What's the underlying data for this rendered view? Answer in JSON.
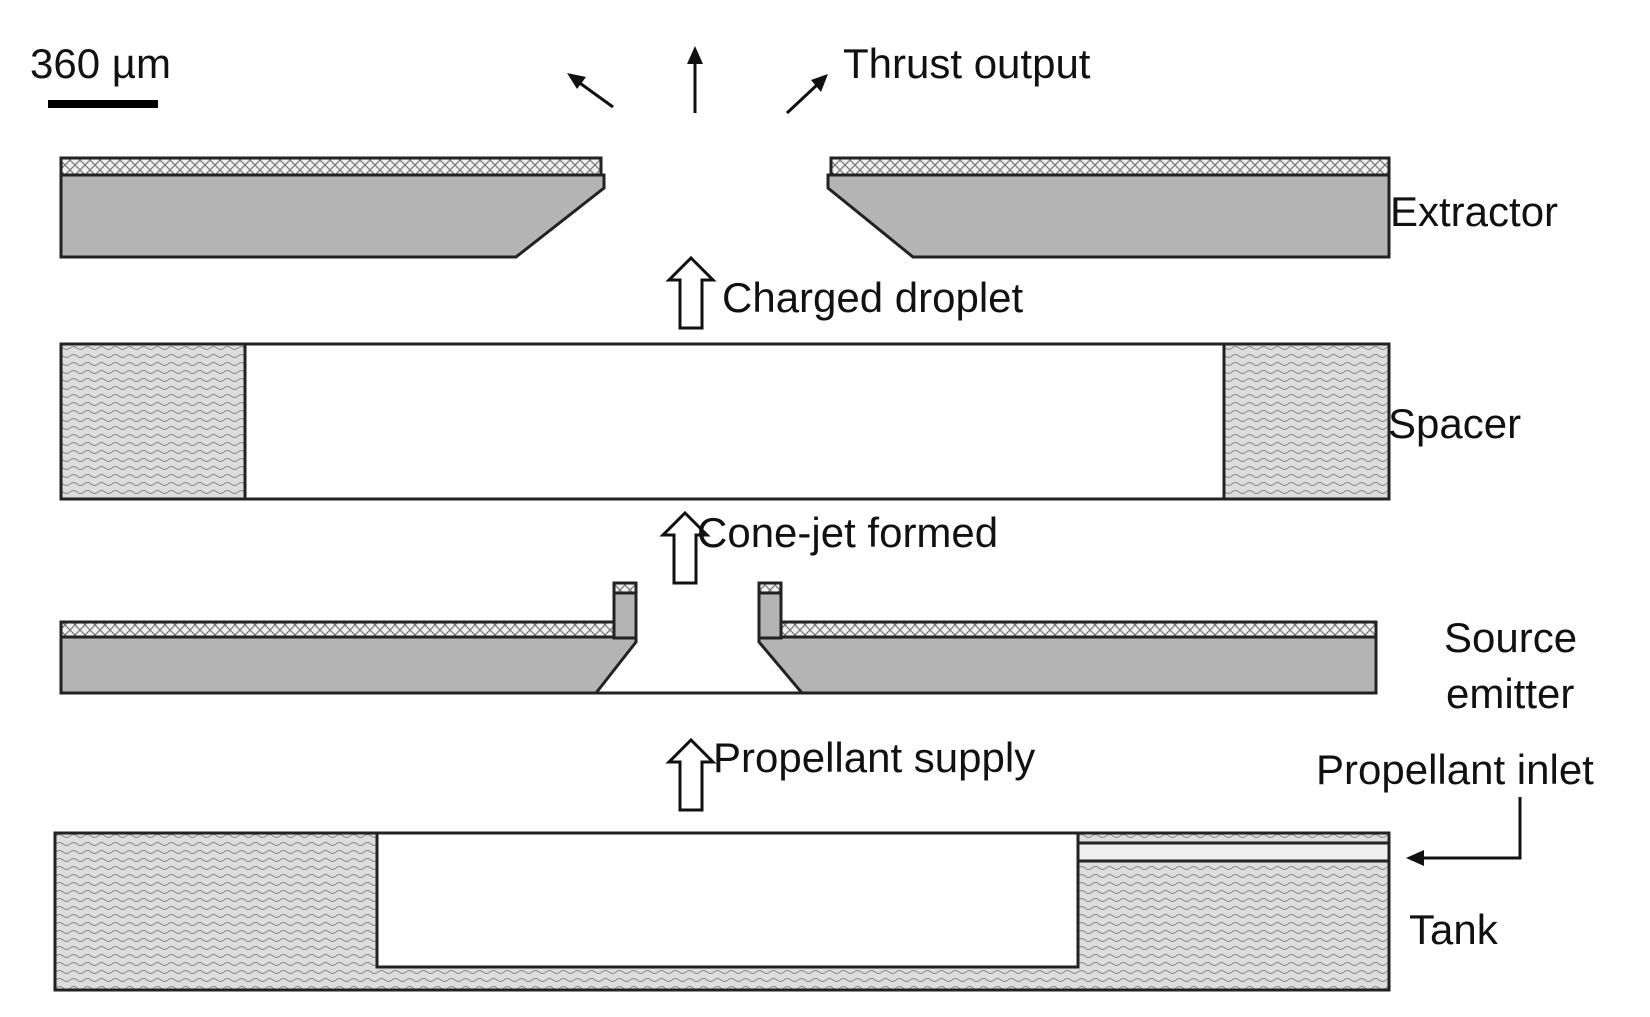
{
  "scale_bar": {
    "label": "360 µm"
  },
  "layers": {
    "extractor": "Extractor",
    "spacer": "Spacer",
    "source_emitter_line1": "Source",
    "source_emitter_line2": "emitter",
    "tank": "Tank"
  },
  "flow_labels": {
    "thrust_output": "Thrust output",
    "charged_droplet": "Charged droplet",
    "cone_jet": "Cone-jet formed",
    "propellant_supply": "Propellant supply",
    "propellant_inlet": "Propellant inlet"
  },
  "colors": {
    "solid_fill": "#b4b4b4",
    "pattern_fill": "#d9d9d9",
    "outline": "#222222",
    "background": "#ffffff"
  }
}
